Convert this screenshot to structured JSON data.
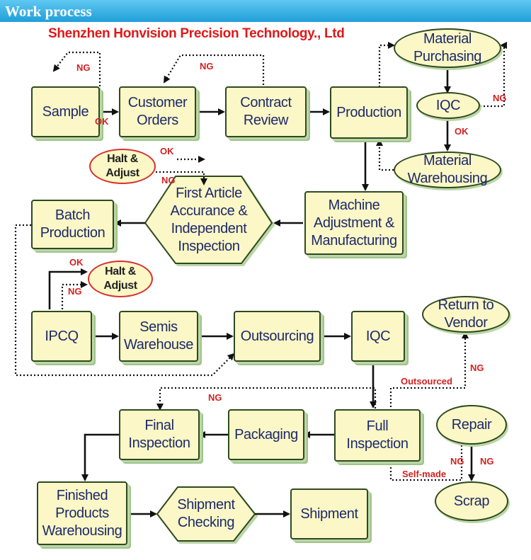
{
  "header": {
    "title": "Work process"
  },
  "company": "Shenzhen Honvision Precision Technology., Ltd",
  "nodes": {
    "sample": "Sample",
    "customer_orders": "Customer\nOrders",
    "contract_review": "Contract\nReview",
    "production": "Production",
    "material_purchasing": "Material\nPurchasing",
    "iqc_top": "IQC",
    "material_warehousing": "Material\nWarehousing",
    "halt_adjust_1": "Halt &\nAdjust",
    "first_article": "First Article\nAccurance &\nIndependent\nInspection",
    "machine_adjustment": "Machine\nAdjustment &\nManufacturing",
    "batch_production": "Batch\nProduction",
    "halt_adjust_2": "Halt &\nAdjust",
    "ipcq": "IPCQ",
    "semis_warehouse": "Semis\nWarehouse",
    "outsourcing": "Outsourcing",
    "iqc_mid": "IQC",
    "return_to_vendor": "Return to\nVendor",
    "final_inspection": "Final\nInspection",
    "packaging": "Packaging",
    "full_inspection": "Full\nInspection",
    "repair": "Repair",
    "finished_products": "Finished\nProducts\nWarehousing",
    "shipment_checking": "Shipment\nChecking",
    "shipment": "Shipment",
    "scrap": "Scrap"
  },
  "labels": {
    "ng": "NG",
    "ok": "OK",
    "outsourced": "Outsourced",
    "self_made": "Self-made"
  },
  "colors": {
    "box_fill": "#fbf7c6",
    "box_border": "#2d4a1f",
    "text": "#1d2a6b",
    "tag_red": "#d42020",
    "header_blue": "#1f9fd8"
  }
}
